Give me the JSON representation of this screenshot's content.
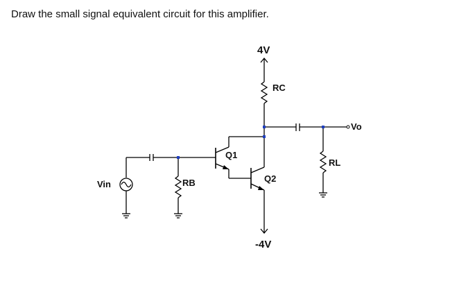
{
  "prompt": "Draw the small signal equivalent circuit for this amplifier.",
  "labels": {
    "vcc": "4V",
    "vee": "-4V",
    "rc": "RC",
    "rb": "RB",
    "rl": "RL",
    "q1": "Q1",
    "q2": "Q2",
    "vin": "Vin",
    "vo": "Vo"
  },
  "colors": {
    "wire": "#000000",
    "node": "#1f3fbf",
    "text": "#111111"
  }
}
